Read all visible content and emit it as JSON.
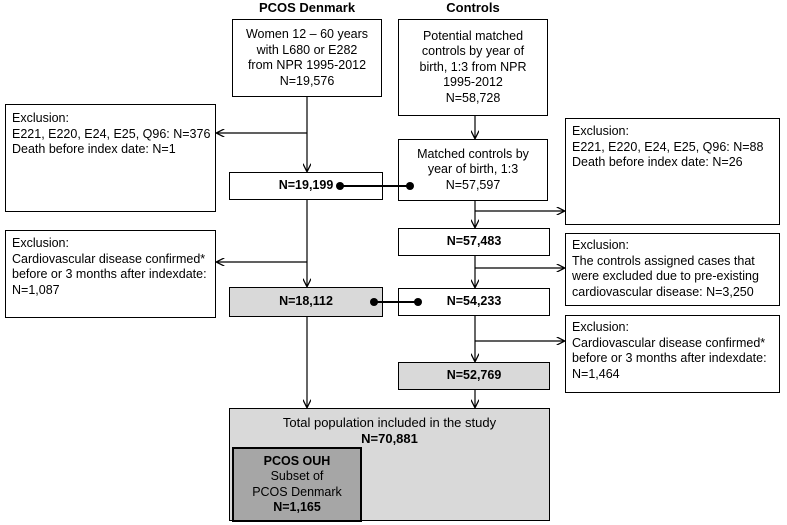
{
  "headers": {
    "left": "PCOS Denmark",
    "right": "Controls"
  },
  "pcos_source": [
    "Women 12 – 60 years",
    "with L680 or E282",
    "from NPR 1995-2012",
    "N=19,576"
  ],
  "controls_source": [
    "Potential matched",
    "controls by year of",
    "birth, 1:3 from NPR",
    "1995-2012",
    "N=58,728"
  ],
  "exclusion_left_1": [
    "Exclusion:",
    "E221, E220, E24, E25, Q96: N=376",
    "Death before index date: N=1"
  ],
  "exclusion_right_1": [
    "Exclusion:",
    "E221, E220, E24, E25, Q96: N=88",
    "Death before index date: N=26"
  ],
  "pcos_n1": "N=19,199",
  "matched_controls": [
    "Matched controls by",
    "year of birth, 1:3",
    "N=57,597"
  ],
  "controls_n2": "N=57,483",
  "exclusion_left_2": [
    "Exclusion:",
    "Cardiovascular disease confirmed*",
    "before or 3 months after indexdate:",
    "N=1,087"
  ],
  "exclusion_right_2": [
    "Exclusion:",
    "The controls assigned cases that",
    "were excluded due to pre-existing",
    "cardiovascular disease: N=3,250"
  ],
  "pcos_n2": "N=18,112",
  "controls_n3": "N=54,233",
  "exclusion_right_3": [
    "Exclusion:",
    "Cardiovascular disease confirmed*",
    "before or 3 months after indexdate:",
    "N=1,464"
  ],
  "controls_n4": "N=52,769",
  "total": {
    "label": "Total population included in the study",
    "n": "N=70,881"
  },
  "subset": [
    "PCOS OUH",
    "Subset of",
    "PCOS Denmark",
    "N=1,165"
  ]
}
